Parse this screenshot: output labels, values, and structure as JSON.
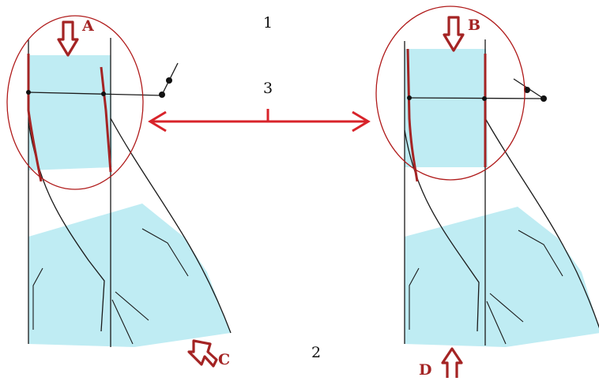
{
  "diagram": {
    "labels": {
      "top_number": "1",
      "bottom_number": "2",
      "middle_number": "3",
      "letter_a": "A",
      "letter_b": "B",
      "letter_c": "C",
      "letter_d": "D"
    },
    "colors": {
      "water": "#bfecf3",
      "line": "#1a1a1a",
      "accent": "#a42424",
      "arrow": "#d8232a",
      "circle": "#b01b1b"
    }
  }
}
